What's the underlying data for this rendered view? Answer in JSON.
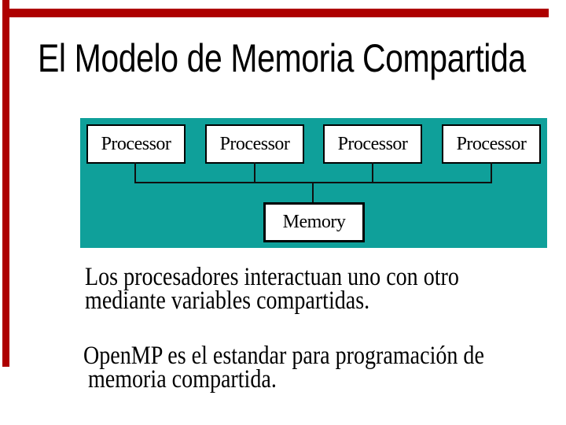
{
  "slide": {
    "title": "El Modelo de Memoria Compartida"
  },
  "decor": {
    "accent_color": "#ae0000"
  },
  "diagram": {
    "background_color": "#0fa09a",
    "processors": [
      {
        "label": "Processor"
      },
      {
        "label": "Processor"
      },
      {
        "label": "Processor"
      },
      {
        "label": "Processor"
      }
    ],
    "memory": {
      "label": "Memory"
    }
  },
  "body": {
    "paragraph1": {
      "line1": "Los procesadores interactuan uno con otro",
      "line2": "mediante variables compartidas."
    },
    "paragraph2": {
      "line1": "OpenMP es el estandar para programación de",
      "line2": "memoria compartida."
    }
  }
}
